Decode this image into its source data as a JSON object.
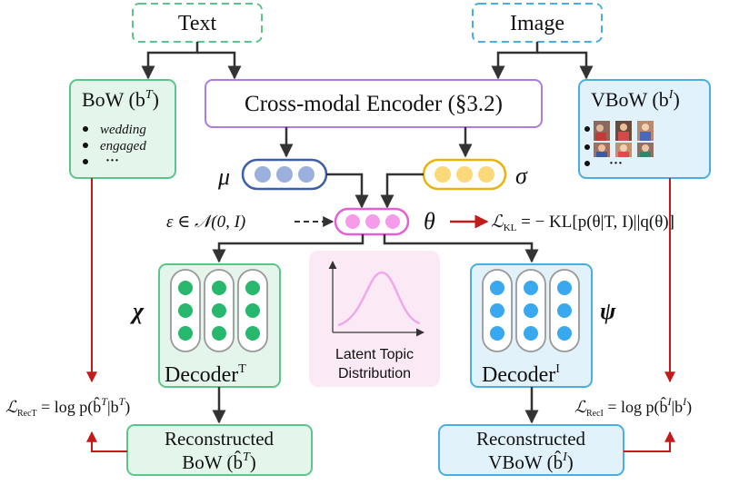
{
  "inputs": {
    "text_label": "Text",
    "image_label": "Image"
  },
  "encoder": {
    "label": "Cross-modal Encoder (§3.2)"
  },
  "bow": {
    "label": "BoW (b",
    "sup": "T",
    "close": ")",
    "items": [
      "wedding",
      "engaged",
      "···"
    ]
  },
  "vbow": {
    "label": "VBoW (b",
    "sup": "I",
    "close": ")",
    "more": "···"
  },
  "latent": {
    "mu": "μ",
    "sigma": "σ",
    "theta": "θ",
    "epsilon_prior": "ε ∈ 𝒩(0, I)",
    "kl_loss": "ℒ",
    "kl_sub": "KL",
    "kl_rhs": " = − KL[p(θ|T, I)||q(θ)]"
  },
  "decoders": {
    "text_label": "Decoder",
    "text_sup": "T",
    "image_label": "Decoder",
    "image_sup": "I",
    "chi": "χ",
    "psi": "ψ"
  },
  "topic_dist": {
    "line1": "Latent Topic",
    "line2": "Distribution"
  },
  "losses": {
    "rect_sym": "ℒ",
    "rect_sub": "RecT",
    "rect_rhs": " = log p(b̂",
    "rect_sup1": "T",
    "rect_mid": "|b",
    "rect_sup2": "T",
    "rect_end": ")",
    "reci_sym": "ℒ",
    "reci_sub": "RecI",
    "reci_rhs": " = log p(b̂",
    "reci_sup1": "I",
    "reci_mid": "|b",
    "reci_sup2": "I",
    "reci_end": ")"
  },
  "outputs": {
    "bow_line1": "Reconstructed",
    "bow_line2": "BoW (b̂",
    "bow_sup": "T",
    "bow_close": ")",
    "vbow_line1": "Reconstructed",
    "vbow_line2": "VBoW (b̂",
    "vbow_sup": "I",
    "vbow_close": ")"
  },
  "colors": {
    "green_border": "#5cc58a",
    "green_fill": "#e4f6ec",
    "blue_border": "#49aee3",
    "blue_fill": "#e2f2fb",
    "purple_border": "#b07be0",
    "mu_border": "#3d5fa8",
    "mu_dot": "#9bb0dc",
    "sigma_border": "#e8b40c",
    "sigma_dot": "#fbd97a",
    "theta_border": "#e45fd3",
    "theta_dot": "#f59be9",
    "green_dot": "#27b86e",
    "blue_dot": "#3aa8ee",
    "red_arrow": "#c41a1a",
    "dark_arrow": "#333333",
    "pink_panel": "#fbeaf5"
  }
}
